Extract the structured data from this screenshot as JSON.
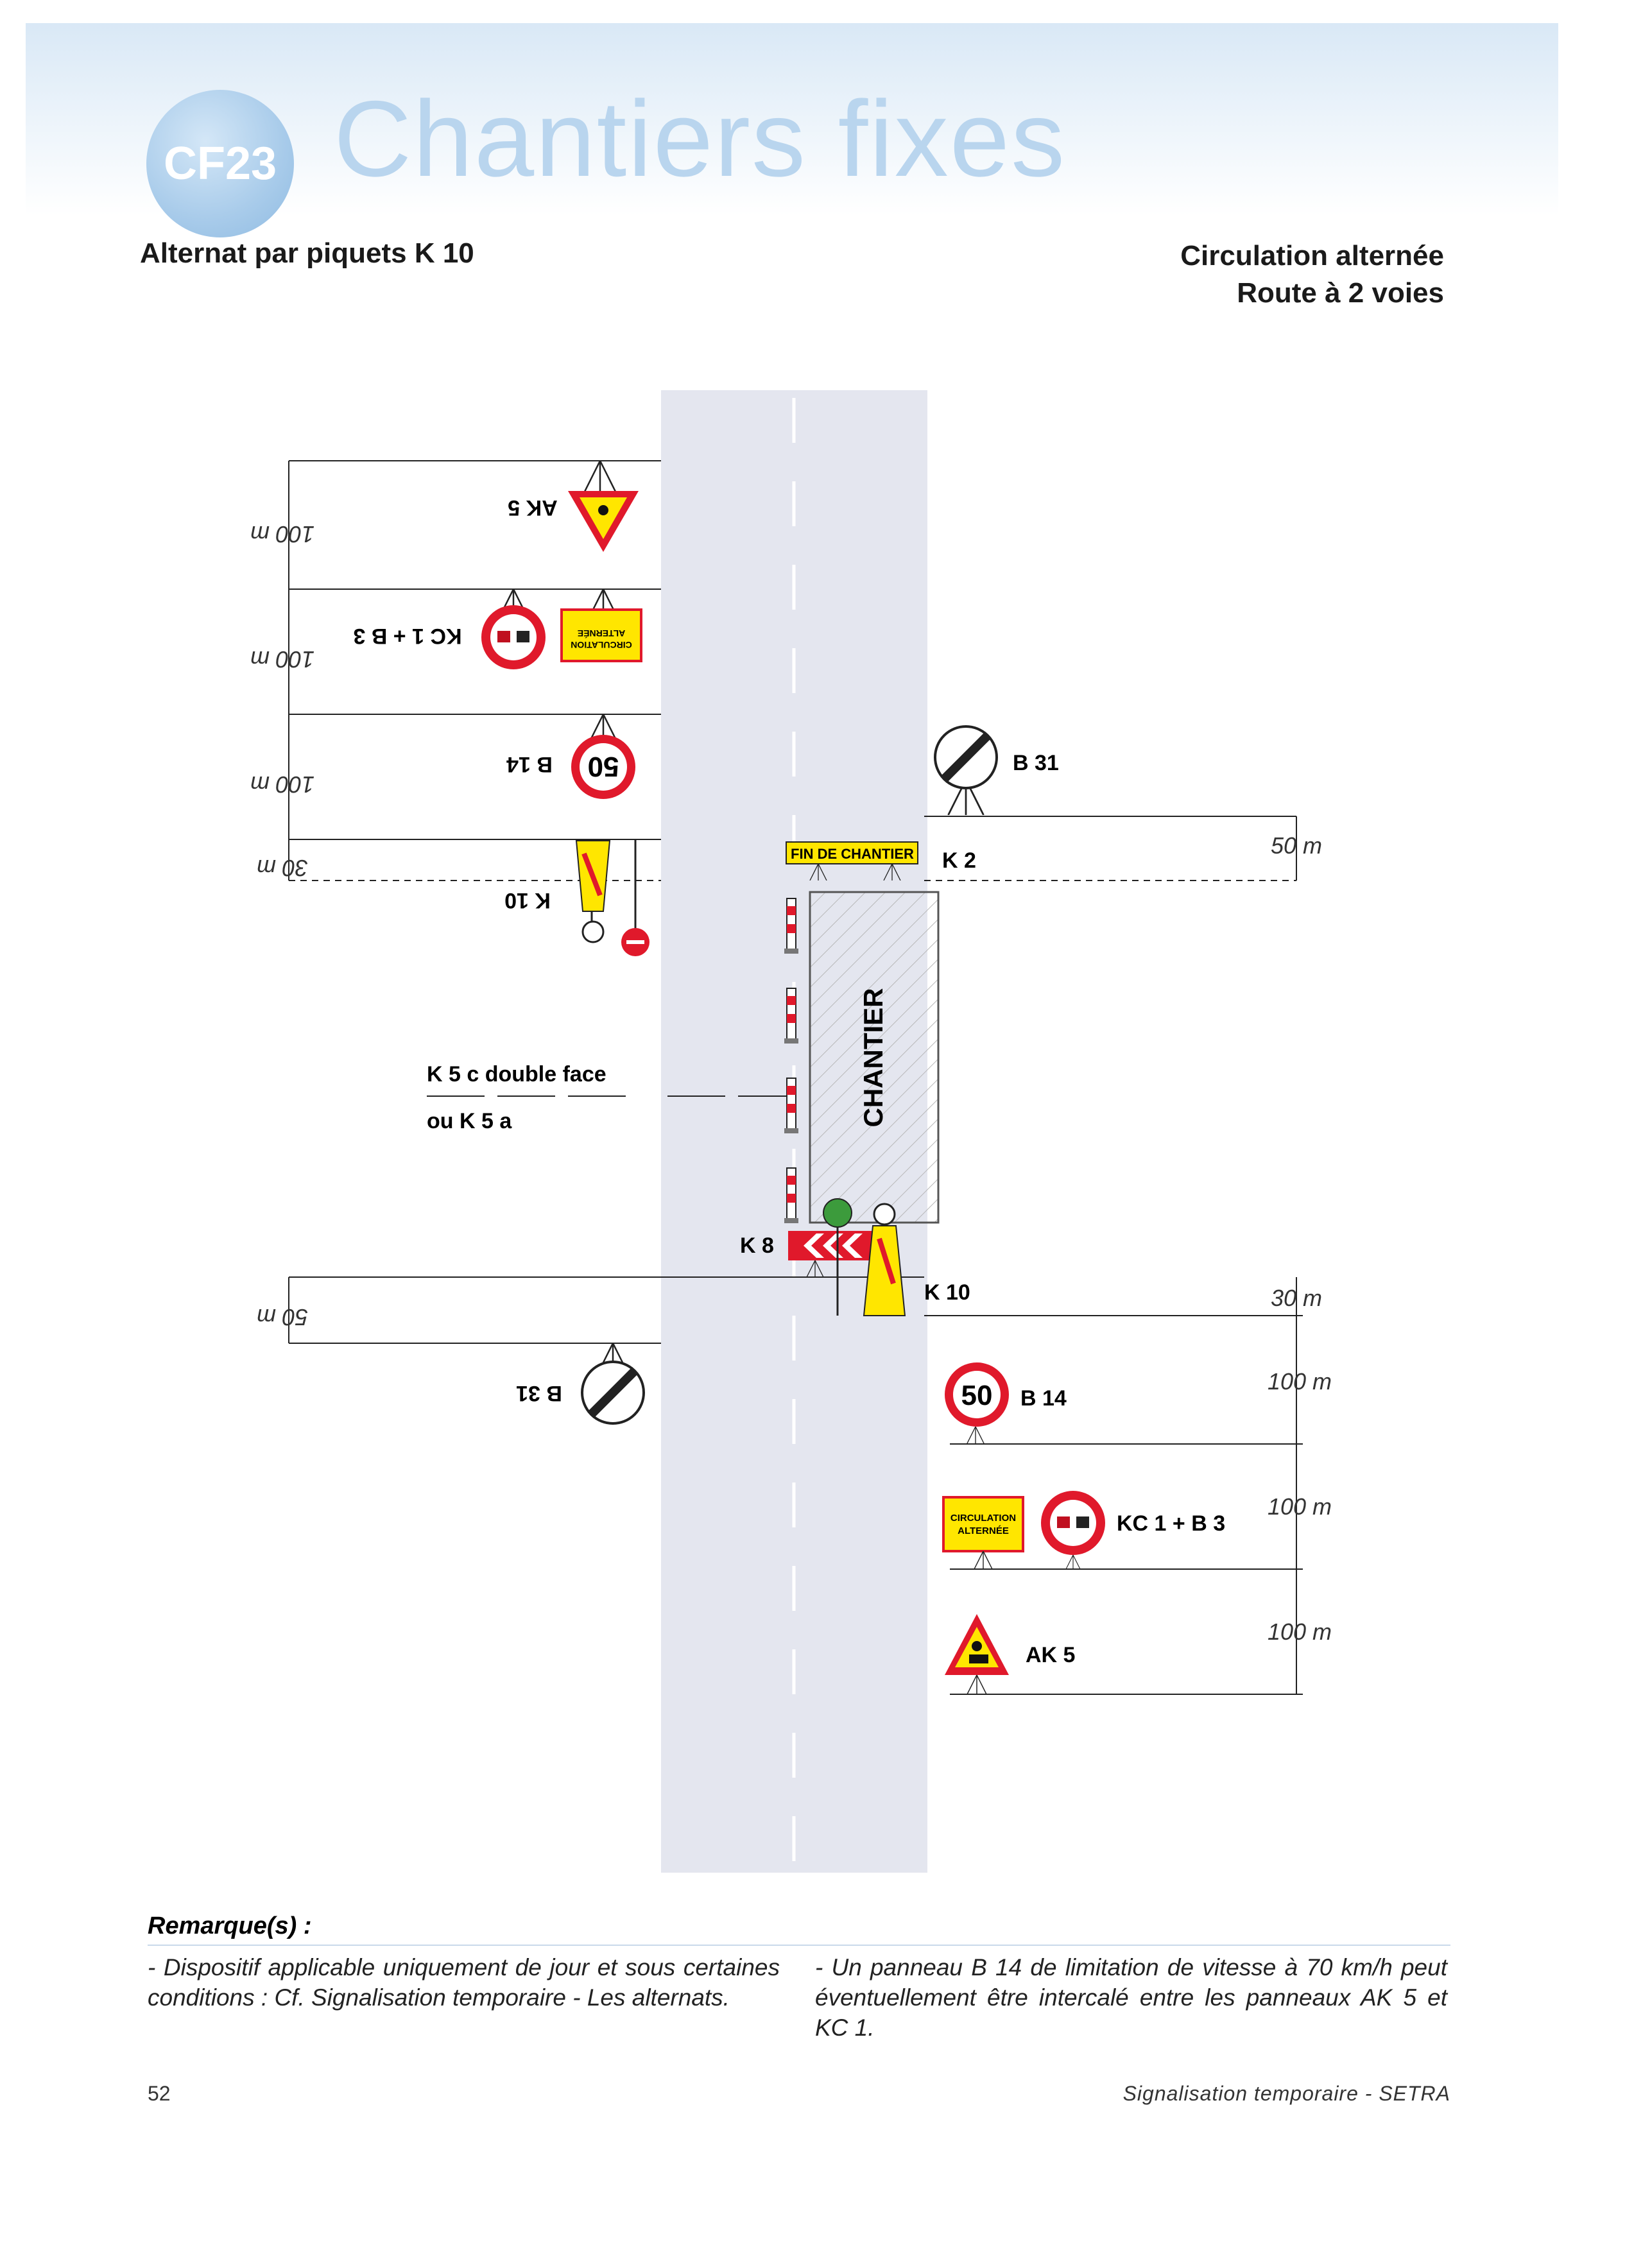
{
  "header": {
    "badge": "CF23",
    "title": "Chantiers fixes",
    "subtitle_left": "Alternat par piquets K 10",
    "subtitle_right_1": "Circulation alternée",
    "subtitle_right_2": "Route à 2 voies"
  },
  "diagram": {
    "labels": {
      "ak5": "AK 5",
      "kc1_b3": "KC 1 + B 3",
      "b14": "B 14",
      "b31": "B 31",
      "k2": "K 2",
      "k10": "K 10",
      "k8": "K 8",
      "k5c": "K 5 c double face",
      "k5a": "ou K 5 a",
      "chantier": "CHANTIER",
      "fin_chantier": "FIN DE CHANTIER",
      "circ_line1": "CIRCULATION",
      "circ_line2": "ALTERNÉE",
      "speed": "50"
    },
    "distances": {
      "d100": "100 m",
      "d50": "50 m",
      "d30": "30 m"
    }
  },
  "remarks": {
    "heading": "Remarque(s) :",
    "left": "- Dispositif applicable uniquement de jour et sous certaines conditions : Cf. Signalisation temporaire - Les alternats.",
    "right": "- Un panneau B 14 de limitation de vitesse à 70 km/h peut éventuellement être intercalé entre les panneaux AK 5 et KC 1."
  },
  "footer": {
    "page_number": "52",
    "source": "Signalisation temporaire - SETRA"
  },
  "colors": {
    "road": "#e4e6ef",
    "sign_red": "#e0192b",
    "sign_yellow": "#ffe600",
    "title_blue": "#b9d5ee"
  }
}
